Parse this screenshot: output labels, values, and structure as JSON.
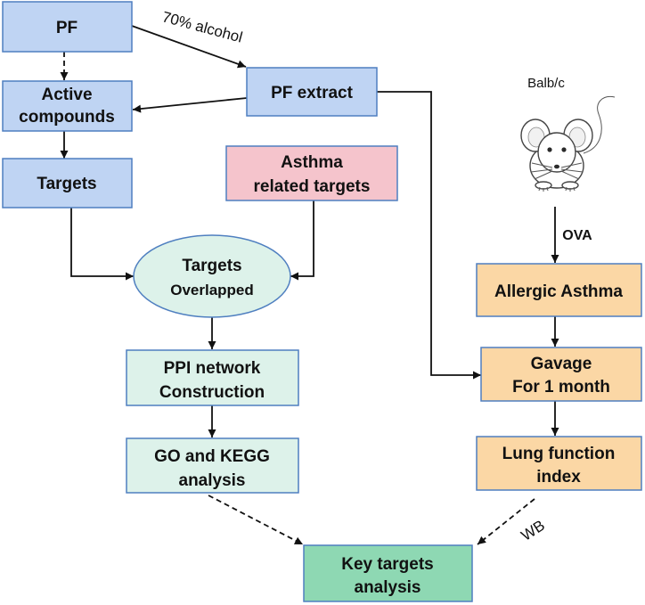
{
  "diagram": {
    "pf": {
      "label": "PF"
    },
    "pf_extract": {
      "label": "PF extract"
    },
    "active_compounds": {
      "lines": [
        "Active",
        "compounds"
      ]
    },
    "targets": {
      "label": "Targets"
    },
    "asthma_targets": {
      "lines": [
        "Asthma",
        "related targets"
      ]
    },
    "targets_overlapped": {
      "lines": [
        "Targets",
        "Overlapped"
      ]
    },
    "ppi_network": {
      "lines": [
        "PPI network",
        "Construction"
      ]
    },
    "go_kegg": {
      "lines": [
        "GO and KEGG",
        "analysis"
      ]
    },
    "key_targets": {
      "lines": [
        "Key targets",
        "analysis"
      ]
    },
    "allergic_asthma": {
      "label": "Allergic Asthma"
    },
    "gavage": {
      "lines": [
        "Gavage",
        "For 1 month"
      ]
    },
    "lung_function": {
      "lines": [
        "Lung function",
        "index"
      ]
    }
  },
  "edge_labels": {
    "alcohol": "70% alcohol",
    "ova": "OVA",
    "wb": "WB"
  },
  "mouse_label": "Balb/c",
  "icons": {
    "mouse": "mouse-icon"
  },
  "colors": {
    "blue_fill": "#BFD4F3",
    "pink_fill": "#F5C4CC",
    "mint_fill": "#DDF2EA",
    "green_fill": "#8ED8B3",
    "orange_fill": "#FBD7A5",
    "border": "#4F7FC0",
    "arrow": "#111111",
    "text": "#111111"
  }
}
